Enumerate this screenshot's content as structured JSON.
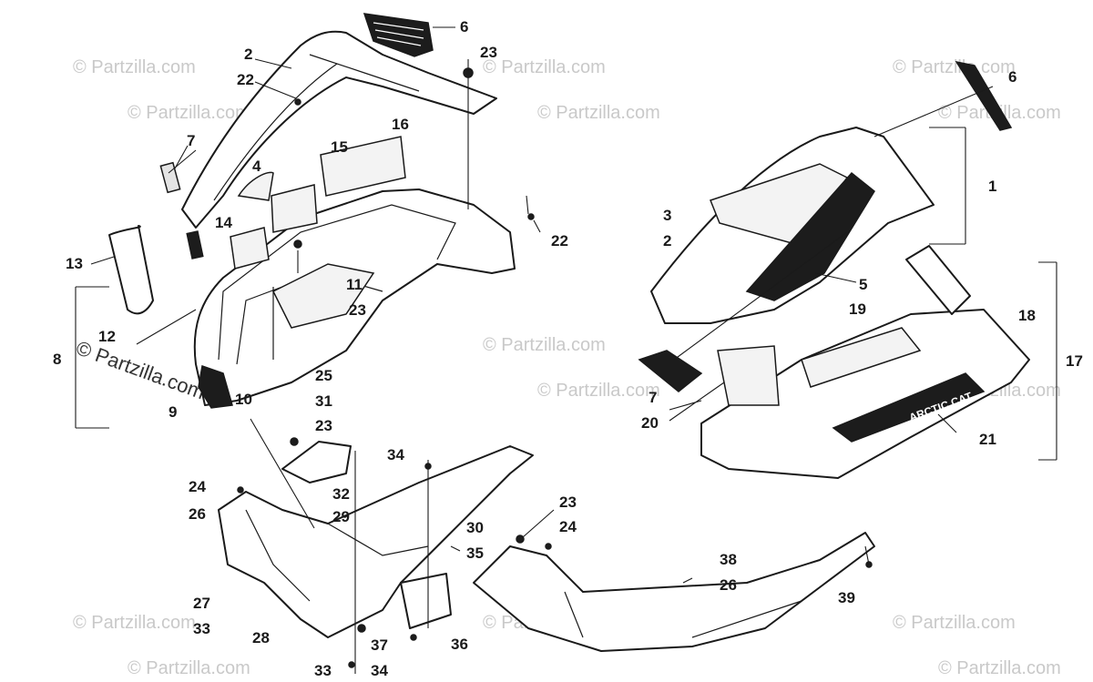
{
  "watermark_text": "© Partzilla.com",
  "brand_decal_text": "ARCTIC CAT",
  "callouts": {
    "c1": "1",
    "c2a": "2",
    "c2b": "2",
    "c3": "3",
    "c4": "4",
    "c5": "5",
    "c6a": "6",
    "c6b": "6",
    "c7a": "7",
    "c7b": "7",
    "c8": "8",
    "c9": "9",
    "c10": "10",
    "c11": "11",
    "c12": "12",
    "c13": "13",
    "c14": "14",
    "c15": "15",
    "c16": "16",
    "c17": "17",
    "c18": "18",
    "c19": "19",
    "c20": "20",
    "c21": "21",
    "c22a": "22",
    "c22b": "22",
    "c23a": "23",
    "c23b": "23",
    "c23c": "23",
    "c23d": "23",
    "c24a": "24",
    "c24b": "24",
    "c25": "25",
    "c26a": "26",
    "c26b": "26",
    "c27": "27",
    "c28": "28",
    "c29": "29",
    "c30": "30",
    "c31": "31",
    "c32": "32",
    "c33a": "33",
    "c33b": "33",
    "c34a": "34",
    "c34b": "34",
    "c35": "35",
    "c36": "36",
    "c37": "37",
    "c38": "38",
    "c39": "39"
  }
}
